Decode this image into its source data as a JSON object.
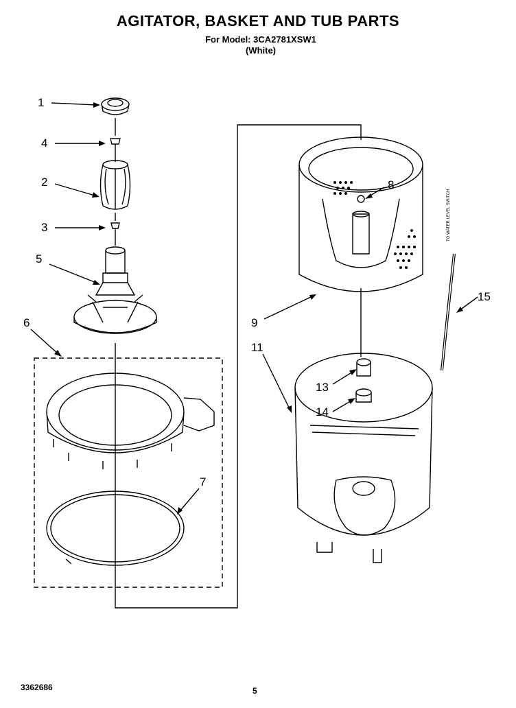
{
  "header": {
    "title": "AGITATOR, BASKET AND TUB PARTS",
    "model_line": "For Model: 3CA2781XSW1",
    "color_line": "(White)"
  },
  "footer": {
    "doc_number": "3362686",
    "page_number": "5"
  },
  "side_note": "TO WATER LEVEL SWITCH",
  "callouts": [
    "1",
    "4",
    "2",
    "3",
    "5",
    "6",
    "7",
    "8",
    "9",
    "11",
    "13",
    "14",
    "15"
  ]
}
